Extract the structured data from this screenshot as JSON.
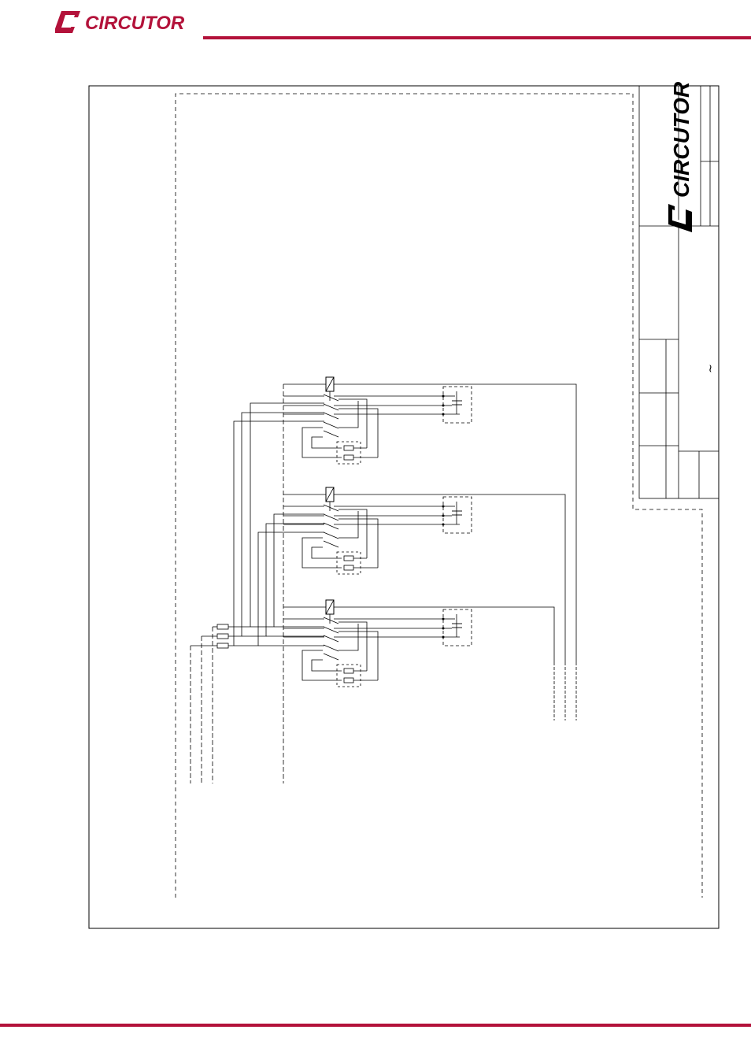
{
  "header": {
    "brand_name": "CIRCUTOR",
    "brand_color": "#b3123a"
  },
  "title_block": {
    "brand_name": "CIRCUTOR",
    "mark": "~"
  },
  "diagram": {
    "stage_count": 3,
    "icons": [
      "relay-coil-icon",
      "switch-contact-icon",
      "capacitor-icon",
      "resistor-icon",
      "terminal-block-icon"
    ]
  }
}
